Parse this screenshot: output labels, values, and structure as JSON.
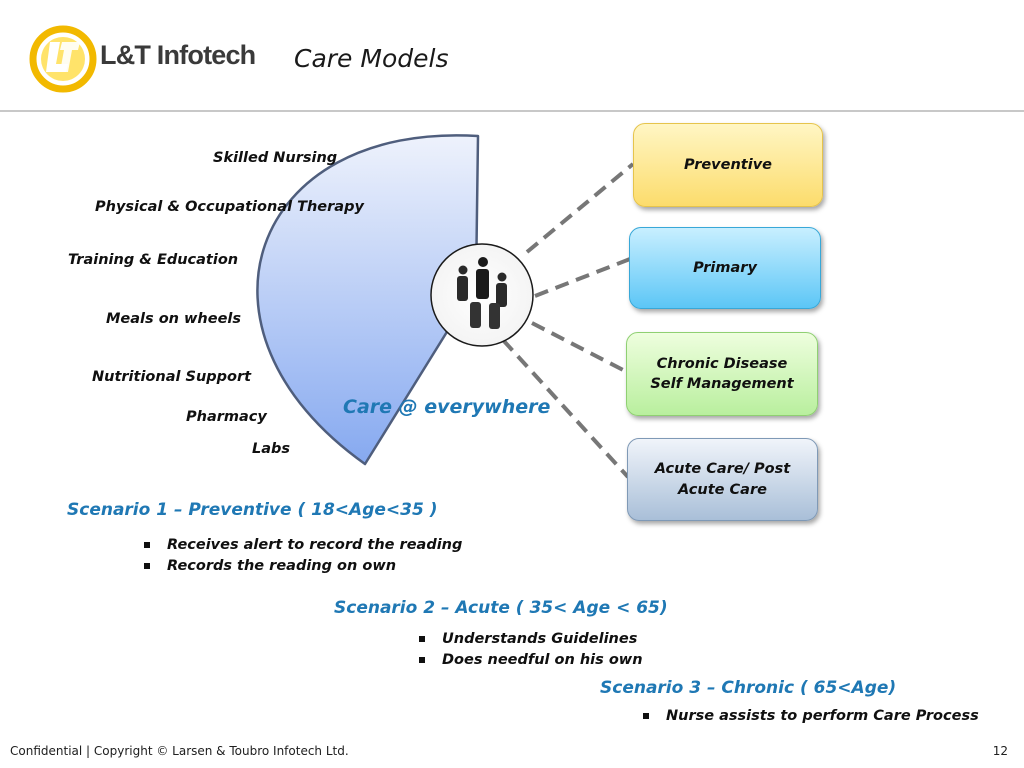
{
  "header": {
    "logo_text": "L&T Infotech",
    "title": "Care Models"
  },
  "diagram": {
    "services": [
      "Skilled Nursing",
      "Physical & Occupational Therapy",
      "Training & Education",
      "Meals on wheels",
      "Nutritional Support",
      "Pharmacy",
      "Labs"
    ],
    "center_label": "Care @ everywhere",
    "models": [
      "Preventive",
      "Primary",
      "Chronic Disease\nSelf Management",
      "Acute Care/ Post\nAcute Care"
    ]
  },
  "scenarios": [
    {
      "heading": "Scenario 1 – Preventive ( 18<Age<35 )",
      "bullets": [
        "Receives alert to record the reading",
        "Records the reading  on own"
      ]
    },
    {
      "heading": "Scenario 2 – Acute ( 35< Age < 65)",
      "bullets": [
        "Understands Guidelines",
        "Does needful on his own"
      ]
    },
    {
      "heading": "Scenario 3 – Chronic ( 65<Age)",
      "bullets": [
        "Nurse assists to perform Care Process"
      ]
    }
  ],
  "footer": {
    "text": "Confidential  |  Copyright © Larsen & Toubro Infotech Ltd.",
    "page_number": "12"
  },
  "colors": {
    "accent_blue": "#1f78b4",
    "logo_yellow": "#f5c400",
    "fan_fill_top": "#eef2fc",
    "fan_fill_bottom": "#86a9f0"
  }
}
